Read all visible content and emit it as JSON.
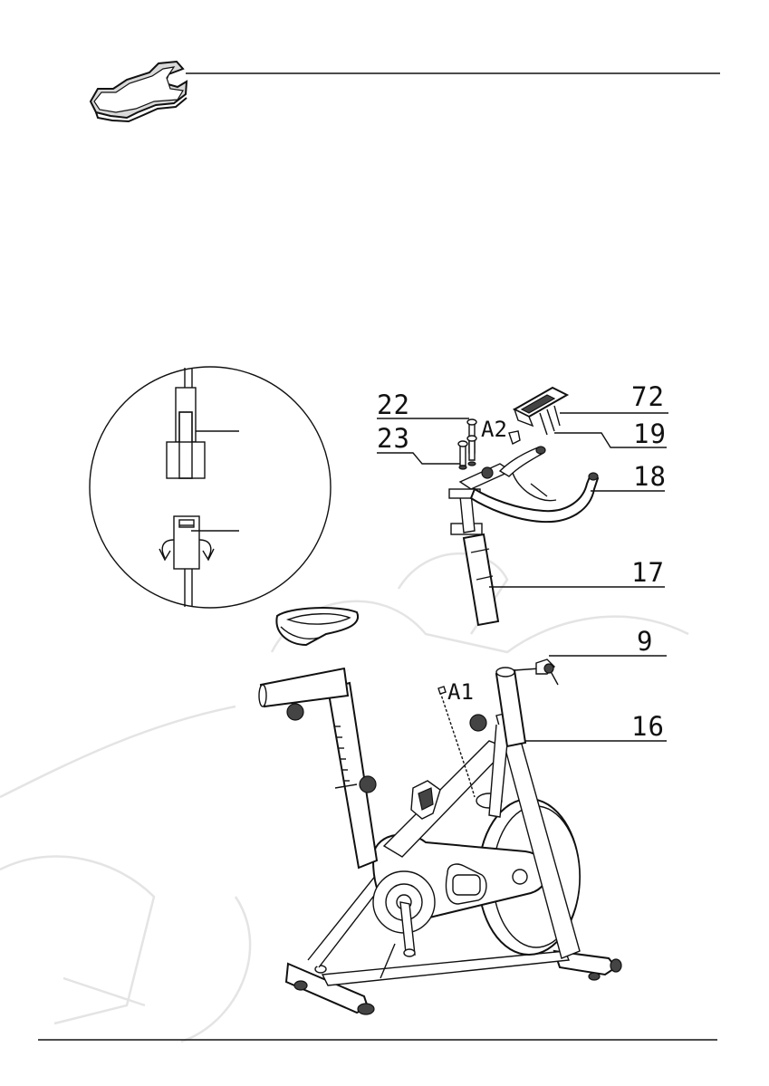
{
  "header": {
    "wrench_icon": "wrench-icon"
  },
  "callouts": {
    "part_72": "72",
    "part_19": "19",
    "part_18": "18",
    "part_17": "17",
    "part_9": "9",
    "part_16": "16",
    "part_22": "22",
    "part_23": "23",
    "hw_a2": "A2",
    "hw_a1": "A1"
  },
  "figures": {
    "detail": "connector-detail-inset",
    "main": "exercise-bike-exploded-view"
  }
}
